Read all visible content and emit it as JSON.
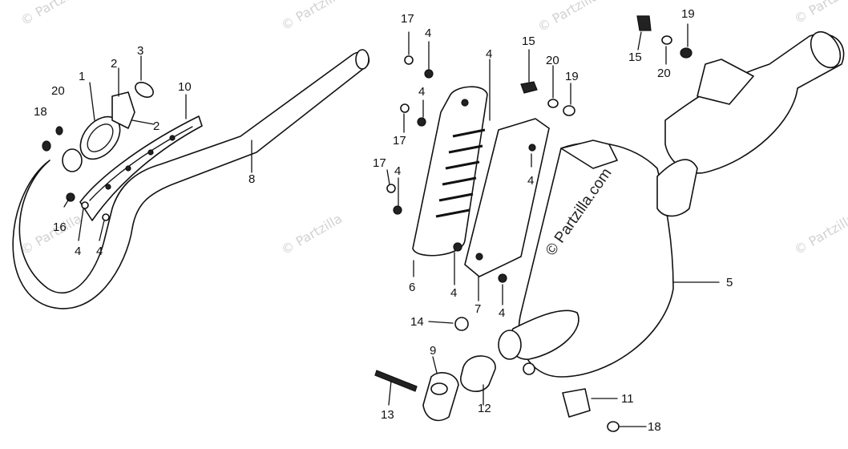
{
  "diagram": {
    "copyright": "© Partzilla.com",
    "watermark": "© Partzilla",
    "callouts": [
      {
        "id": "c1",
        "text": "1"
      },
      {
        "id": "c2a",
        "text": "2"
      },
      {
        "id": "c2b",
        "text": "2"
      },
      {
        "id": "c3",
        "text": "3"
      },
      {
        "id": "c20a",
        "text": "20"
      },
      {
        "id": "c18a",
        "text": "18"
      },
      {
        "id": "c10",
        "text": "10"
      },
      {
        "id": "c8",
        "text": "8"
      },
      {
        "id": "c16",
        "text": "16"
      },
      {
        "id": "c4a",
        "text": "4"
      },
      {
        "id": "c4b",
        "text": "4"
      },
      {
        "id": "c17a",
        "text": "17"
      },
      {
        "id": "c4c",
        "text": "4"
      },
      {
        "id": "c4d",
        "text": "4"
      },
      {
        "id": "c17b",
        "text": "17"
      },
      {
        "id": "c17c",
        "text": "17"
      },
      {
        "id": "c4e",
        "text": "4"
      },
      {
        "id": "c4f",
        "text": "4"
      },
      {
        "id": "c15a",
        "text": "15"
      },
      {
        "id": "c20b",
        "text": "20"
      },
      {
        "id": "c19a",
        "text": "19"
      },
      {
        "id": "c4g",
        "text": "4"
      },
      {
        "id": "c6",
        "text": "6"
      },
      {
        "id": "c4h",
        "text": "4"
      },
      {
        "id": "c7",
        "text": "7"
      },
      {
        "id": "c4i",
        "text": "4"
      },
      {
        "id": "c14",
        "text": "14"
      },
      {
        "id": "c9",
        "text": "9"
      },
      {
        "id": "c13",
        "text": "13"
      },
      {
        "id": "c12",
        "text": "12"
      },
      {
        "id": "c5",
        "text": "5"
      },
      {
        "id": "c11",
        "text": "11"
      },
      {
        "id": "c18b",
        "text": "18"
      },
      {
        "id": "c15b",
        "text": "15"
      },
      {
        "id": "c20c",
        "text": "20"
      },
      {
        "id": "c19b",
        "text": "19"
      }
    ]
  }
}
